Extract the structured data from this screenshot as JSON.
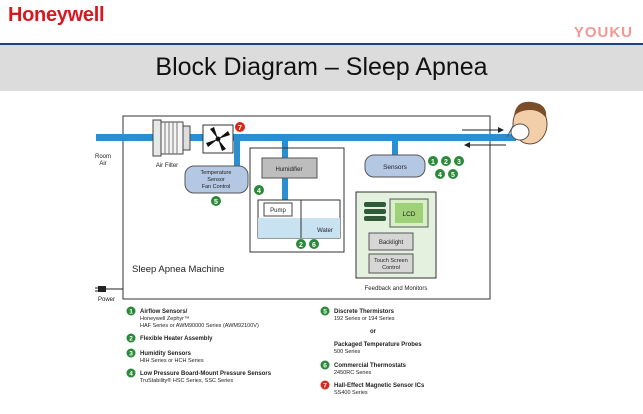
{
  "header": {
    "brand": "Honeywell",
    "watermark": "YOUKU"
  },
  "slide": {
    "title": "Block Diagram – Sleep Apnea"
  },
  "diagram": {
    "room_air": [
      "Room",
      "Air"
    ],
    "air_filter": "Air Filter",
    "temp_sensor": [
      "Temperature",
      "Sensor",
      "Fan Control"
    ],
    "humidifier": "Humidifier",
    "pump": "Pump",
    "water": "Water",
    "sensors": "Sensors",
    "lcd": "LCD",
    "backlight": "Backlight",
    "touch_screen": [
      "Touch Screen",
      "Control"
    ],
    "feedback": "Feedback and Monitors",
    "machine_label": "Sleep Apnea Machine",
    "power": "Power",
    "badges": {
      "fan": "7",
      "temp": "5",
      "humid": "4",
      "pump1": "2",
      "pump2": "6",
      "s1": "1",
      "s2": "2",
      "s3": "3",
      "s4": "4",
      "s5": "5"
    }
  },
  "legend": {
    "left": [
      {
        "num": "1",
        "title": "Airflow Sensors/",
        "lines": [
          "Honeywell Zephyr™",
          "HAF Series or AWM90000 Series (AWM92100V)"
        ]
      },
      {
        "num": "2",
        "title": "Flexible Heater Assembly",
        "lines": []
      },
      {
        "num": "3",
        "title": "Humidity Sensors",
        "lines": [
          "HIH Series or HCH Series"
        ]
      },
      {
        "num": "4",
        "title": "Low Pressure Board-Mount Pressure Sensors",
        "lines": [
          "TruStability® HSC Series, SSC Series"
        ]
      }
    ],
    "right": [
      {
        "num": "5",
        "title": "Discrete Thermistors",
        "lines": [
          "192 Series or 194 Series"
        ]
      },
      {
        "num": "",
        "title": "or",
        "lines": []
      },
      {
        "num": "",
        "title": "Packaged Temperature Probes",
        "lines": [
          "500 Series"
        ]
      },
      {
        "num": "6",
        "title": "Commercial Thermostats",
        "lines": [
          "2450RC Series"
        ]
      },
      {
        "num": "7",
        "title": "Hall-Effect Magnetic Sensor ICs",
        "lines": [
          "SS400 Series"
        ]
      }
    ]
  }
}
